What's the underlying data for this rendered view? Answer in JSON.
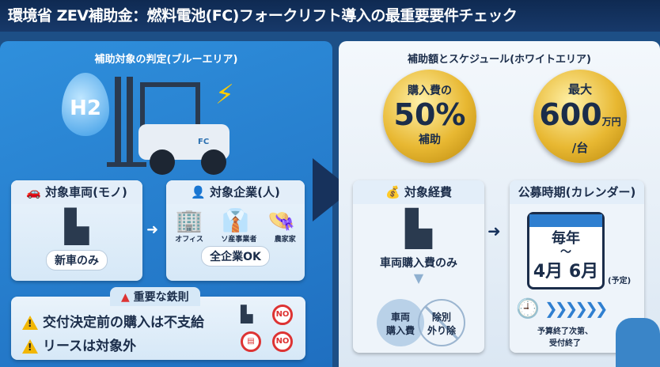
{
  "title": "環境省 ZEV補助金：燃料電池(FC)フォークリフト導入の最重要要件チェック",
  "blue_area": {
    "heading": "補助対象の判定(ブルーエリア)",
    "h2_label": "H2",
    "fc_label": "FC",
    "vehicle": {
      "title": "対象車両(モノ)",
      "badge": "新車のみ"
    },
    "company": {
      "title": "対象企業(人)",
      "types": [
        "オフィス",
        "ソ産事業者",
        "農家家"
      ],
      "badge": "全企業OK"
    },
    "rules": {
      "title": "重要な鉄則",
      "items": [
        "交付決定前の購入は不支給",
        "リースは対象外"
      ],
      "no_label": "NO"
    }
  },
  "white_area": {
    "heading": "補助額とスケジュール(ホワイトエリア)",
    "coin1": {
      "top": "購入費の",
      "main": "50%",
      "bottom": "補助"
    },
    "coin2": {
      "top": "最大",
      "main": "600",
      "unit": "万円",
      "bottom": "/台"
    },
    "expense": {
      "title": "対象経費",
      "label": "車両購入費のみ",
      "circle_in": "車両\n購入費",
      "circle_out": "除別\n外り除"
    },
    "schedule": {
      "title": "公募時期(カレンダー)",
      "line1": "毎年",
      "tilde": "〜",
      "from": "4月",
      "to": "6月",
      "note": "(予定)",
      "end_text": "予算終了次第、\n受付終了"
    }
  },
  "colors": {
    "title_bg": "#0f2a52",
    "blue": "#2f8fdc",
    "gold": "#e8b832",
    "navy": "#1b2d4a",
    "warn": "#f2b705",
    "no": "#dd3333"
  }
}
